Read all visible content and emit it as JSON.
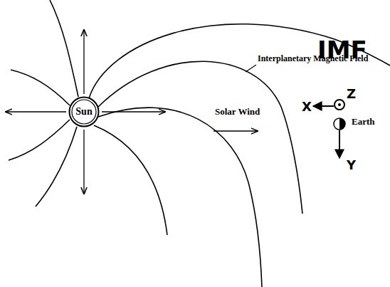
{
  "diagram": {
    "nodes": [
      {
        "text": [
          "Sun"
        ]
      }
    ],
    "labels": [
      "Interplanetary Magnetic Field",
      "Solar Wind",
      "IMF",
      "X",
      "Z",
      "Earth",
      "Y"
    ]
  }
}
